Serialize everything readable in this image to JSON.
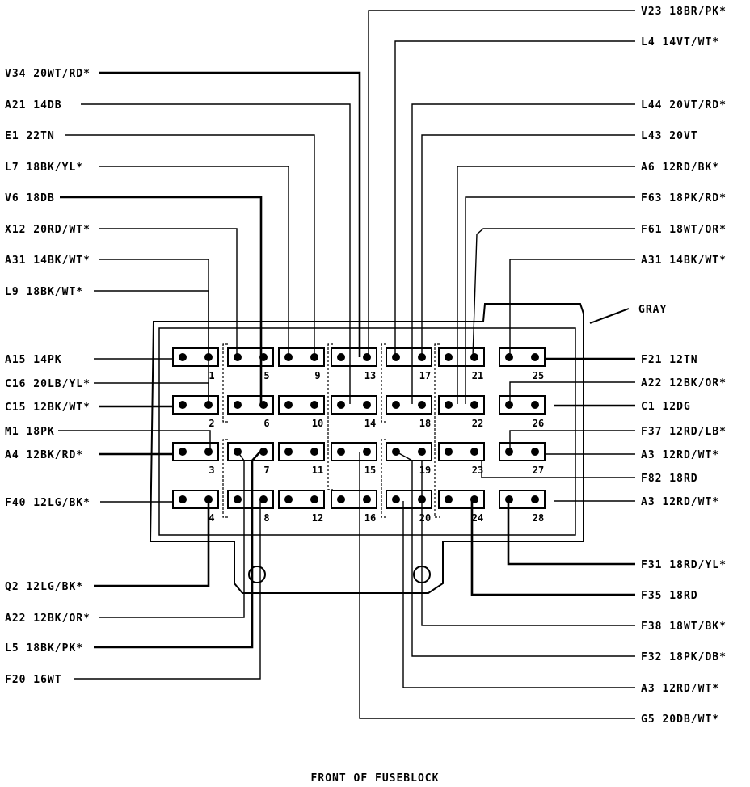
{
  "title": "FRONT OF FUSEBLOCK",
  "housing_color": "GRAY",
  "colors": {
    "ink": "#000000",
    "paper": "#ffffff"
  },
  "left_labels": [
    "V34 20WT/RD*",
    "A21 14DB",
    "E1 22TN",
    "L7 18BK/YL*",
    "V6 18DB",
    "X12 20RD/WT*",
    "A31 14BK/WT*",
    "L9 18BK/WT*",
    "A15 14PK",
    "C16 20LB/YL*",
    "C15 12BK/WT*",
    "M1 18PK",
    "A4 12BK/RD*",
    "F40 12LG/BK*",
    "Q2 12LG/BK*",
    "A22 12BK/OR*",
    "L5 18BK/PK*",
    "F20 16WT"
  ],
  "right_labels": [
    "V23 18BR/PK*",
    "L4 14VT/WT*",
    "L44 20VT/RD*",
    "L43 20VT",
    "A6 12RD/BK*",
    "F63 18PK/RD*",
    "F61 18WT/OR*",
    "A31 14BK/WT*",
    "F21 12TN",
    "A22 12BK/OR*",
    "C1 12DG",
    "F37 12RD/LB*",
    "A3 12RD/WT*",
    "F82 18RD",
    "A3 12RD/WT*",
    "F31 18RD/YL*",
    "F35 18RD",
    "F38 18WT/BK*",
    "F32 18PK/DB*",
    "A3 12RD/WT*",
    "G5 20DB/WT*"
  ],
  "cavity_numbers": [
    "1",
    "2",
    "3",
    "4",
    "5",
    "6",
    "7",
    "8",
    "9",
    "10",
    "11",
    "12",
    "13",
    "14",
    "15",
    "16",
    "17",
    "18",
    "19",
    "20",
    "21",
    "22",
    "23",
    "24",
    "25",
    "26",
    "27",
    "28"
  ]
}
